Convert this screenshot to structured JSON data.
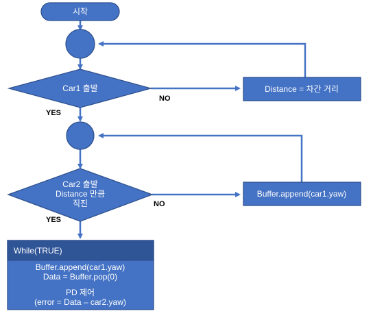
{
  "nodes": {
    "start": "시작",
    "car1_decision": "Car1 출발",
    "distance_box": "Distance = 차간 거리",
    "car2_decision": [
      "Car2 출발",
      "Distance 만큼",
      "직진"
    ],
    "buffer_box": "Buffer.append(car1.yaw)",
    "while_header": "While(TRUE)",
    "while_body": [
      "Buffer.append(car1.yaw)",
      "Data = Buffer.pop(0)",
      "PD 제어",
      "(error = Data – car2.yaw)"
    ]
  },
  "labels": {
    "no1": "NO",
    "yes1": "YES",
    "no2": "NO",
    "yes2": "YES"
  },
  "colors": {
    "shape_fill": "#4472C4",
    "shape_stroke": "#2F528F",
    "text": "#FFFFFF"
  }
}
